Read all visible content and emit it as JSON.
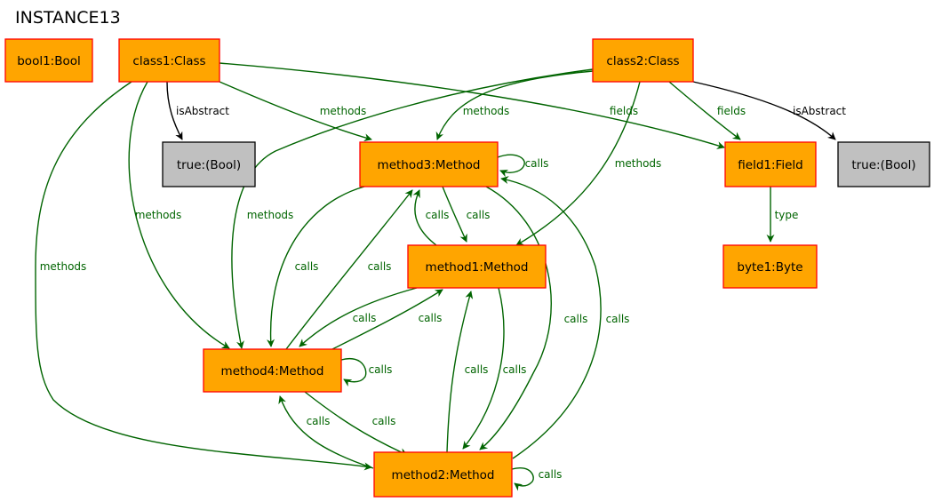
{
  "title": "INSTANCE13",
  "colors": {
    "object_fill": "#FFA500",
    "object_stroke": "#FF0000",
    "value_fill": "#C0C0C0",
    "value_stroke": "#000000",
    "relation_edge": "#006400",
    "attribute_edge": "#000000"
  },
  "nodes": {
    "bool1": "bool1:Bool",
    "class1": "class1:Class",
    "class2": "class2:Class",
    "true1": "true:(Bool)",
    "true2": "true:(Bool)",
    "method3": "method3:Method",
    "field1": "field1:Field",
    "method1": "method1:Method",
    "byte1": "byte1:Byte",
    "method4": "method4:Method",
    "method2": "method2:Method"
  },
  "edges": [
    {
      "from": "class1",
      "to": "true1",
      "label": "isAbstract"
    },
    {
      "from": "class1",
      "to": "method3",
      "label": "methods"
    },
    {
      "from": "class1",
      "to": "field1",
      "label": "fields"
    },
    {
      "from": "class1",
      "to": "method4",
      "label": "methods"
    },
    {
      "from": "class1",
      "to": "method2",
      "label": "methods"
    },
    {
      "from": "class2",
      "to": "method3",
      "label": "methods"
    },
    {
      "from": "class2",
      "to": "method1",
      "label": "methods"
    },
    {
      "from": "class2",
      "to": "field1",
      "label": "fields"
    },
    {
      "from": "class2",
      "to": "true2",
      "label": "isAbstract"
    },
    {
      "from": "class2",
      "to": "method4",
      "label": "methods"
    },
    {
      "from": "field1",
      "to": "byte1",
      "label": "type"
    },
    {
      "from": "method3",
      "to": "method3",
      "label": "calls"
    },
    {
      "from": "method3",
      "to": "method1",
      "label": "calls"
    },
    {
      "from": "method1",
      "to": "method3",
      "label": "calls"
    },
    {
      "from": "method3",
      "to": "method2",
      "label": "calls"
    },
    {
      "from": "method2",
      "to": "method3",
      "label": "calls"
    },
    {
      "from": "method3",
      "to": "method4",
      "label": "calls"
    },
    {
      "from": "method4",
      "to": "method3",
      "label": "calls"
    },
    {
      "from": "method1",
      "to": "method4",
      "label": "calls"
    },
    {
      "from": "method4",
      "to": "method1",
      "label": "calls"
    },
    {
      "from": "method1",
      "to": "method2",
      "label": "calls"
    },
    {
      "from": "method2",
      "to": "method1",
      "label": "calls"
    },
    {
      "from": "method4",
      "to": "method4",
      "label": "calls"
    },
    {
      "from": "method4",
      "to": "method2",
      "label": "calls"
    },
    {
      "from": "method2",
      "to": "method4",
      "label": "calls"
    },
    {
      "from": "method2",
      "to": "method2",
      "label": "calls"
    }
  ]
}
